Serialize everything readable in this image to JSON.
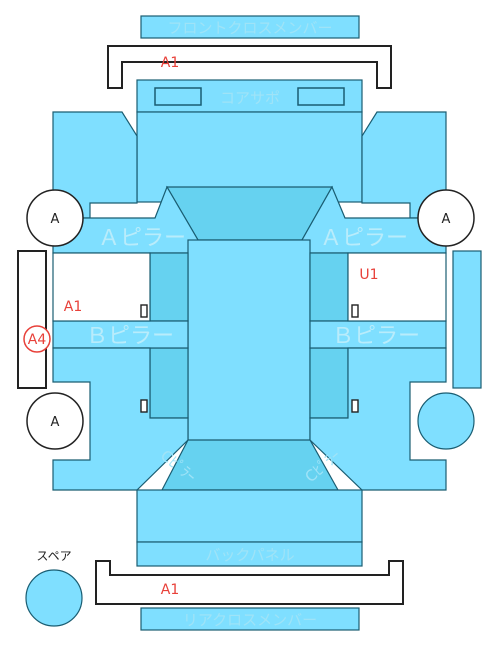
{
  "labels": {
    "front_cross_member": "フロントクロスメンバー",
    "core_support": "コアサポ",
    "a_pillar": "Ａピラー",
    "b_pillar": "Ｂピラー",
    "back_panel": "バックパネル",
    "rear_cross_member": "リアクロスメンバー",
    "spare": "スペア",
    "tire": "A",
    "rear_pillar": "Cﾋﾟﾗｰ"
  },
  "marks": {
    "front_cross_member": "A1",
    "rear_cross_member": "A1",
    "a1_left": "A1",
    "u1_right": "U1",
    "a4_circle": "A4"
  },
  "colors": {
    "panel": "#7fdfff",
    "panel_dark": "#66d2f0",
    "mark": "#e8413a"
  }
}
